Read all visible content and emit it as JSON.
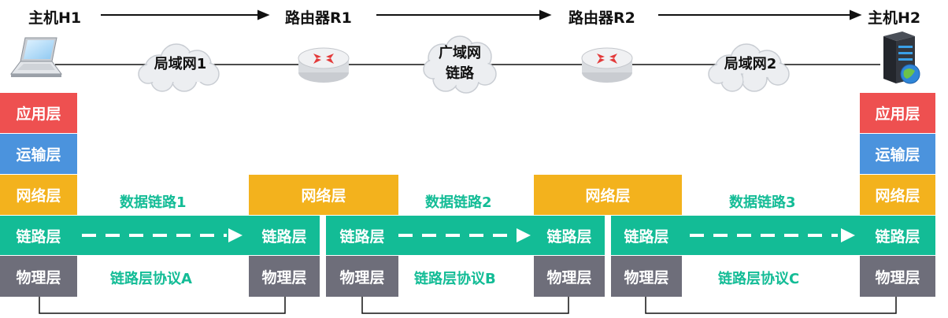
{
  "nodes": {
    "h1": "主机H1",
    "r1": "路由器R1",
    "r2": "路由器R2",
    "h2": "主机H2"
  },
  "networks": {
    "lan1": "局域网1",
    "wan_line1": "广域网",
    "wan_line2": "链路",
    "lan2": "局域网2"
  },
  "layers": {
    "application": "应用层",
    "transport": "运输层",
    "network": "网络层",
    "link": "链路层",
    "physical": "物理层"
  },
  "data_links": [
    "数据链路1",
    "数据链路2",
    "数据链路3"
  ],
  "protocols": [
    "链路层协议A",
    "链路层协议B",
    "链路层协议C"
  ],
  "colors": {
    "application": "#ee5050",
    "transport": "#4b93dd",
    "network": "#f3b21d",
    "link": "#13bc96",
    "physical": "#6e6e7a"
  }
}
